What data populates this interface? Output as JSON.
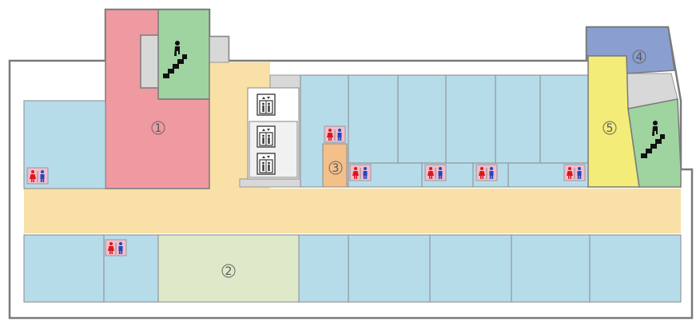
{
  "floor_map": {
    "labels": {
      "area_1": "1",
      "area_2": "2",
      "area_3": "3",
      "area_4": "4",
      "area_5": "5"
    },
    "colors": {
      "outline": "#7a7a7a",
      "shop": "#b6dcea",
      "corridor": "#f8e0a6",
      "area_1": "#ef9aa0",
      "area_2": "#dde9c8",
      "area_3": "#f4c08a",
      "area_4": "#8a9fd0",
      "area_5": "#f3ec79",
      "escalator": "#9fd3a0",
      "service": "#d8d8d8",
      "restroom_bg": "#f3bccd",
      "restroom_male": "#1f49b8",
      "restroom_female": "#d7191c"
    },
    "icons": {
      "escalator": "escalator-icon",
      "elevator": "elevator-icon",
      "restroom": "restroom-icon"
    }
  }
}
